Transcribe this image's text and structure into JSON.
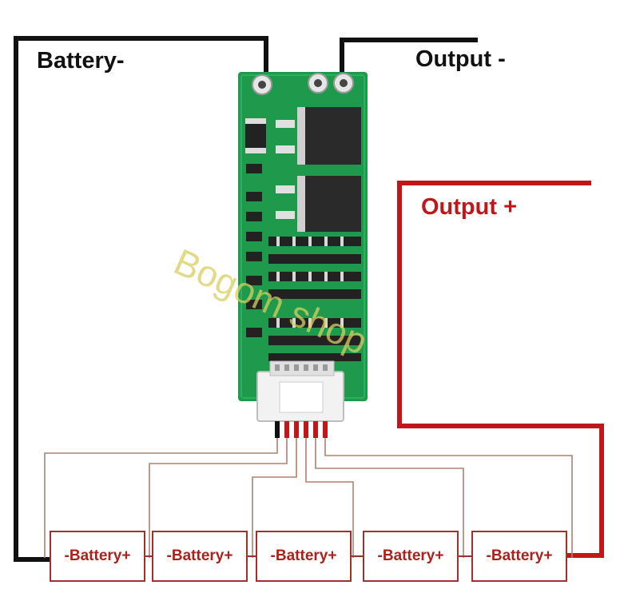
{
  "labels": {
    "battery_minus": "Battery-",
    "output_minus": "Output -",
    "output_plus": "Output +"
  },
  "cells": [
    {
      "text": "-Battery+"
    },
    {
      "text": "-Battery+"
    },
    {
      "text": "-Battery+"
    },
    {
      "text": "-Battery+"
    },
    {
      "text": "-Battery+"
    }
  ],
  "watermark": "Bogom shop",
  "colors": {
    "pcb_green": "#1f9a4c",
    "wire_black": "#111111",
    "wire_red": "#c0181a",
    "balance_wire": "#b08070",
    "cell_border": "#a0302a"
  }
}
